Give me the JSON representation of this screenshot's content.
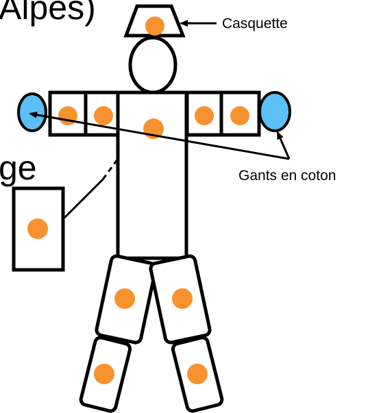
{
  "texts": {
    "top_left_fragment": "Alpes)",
    "left_fragment": "ge"
  },
  "labels": {
    "cap": "Casquette",
    "gloves": "Gants en coton"
  },
  "colors": {
    "glove_fill": "#5bc0f5",
    "sensor_dot": "#f7922f",
    "outline": "#000000",
    "background": "#ffffff"
  }
}
